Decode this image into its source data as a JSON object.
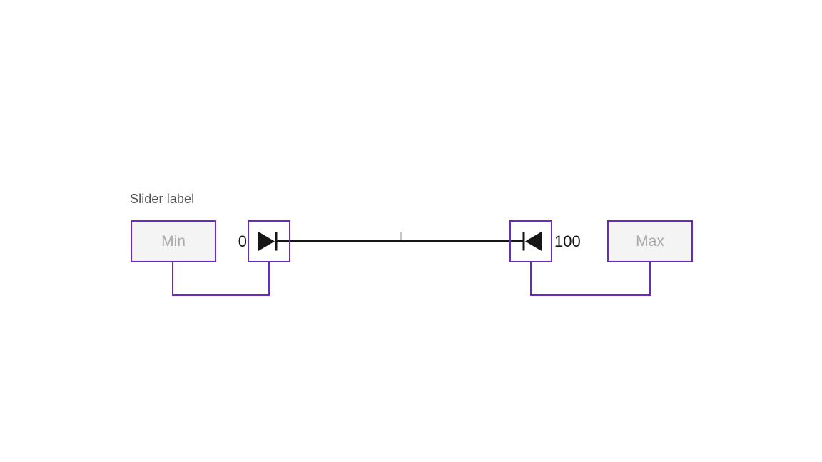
{
  "diagram": {
    "label": "Slider label",
    "range": {
      "min_label": "0",
      "max_label": "100"
    },
    "inputs": {
      "min_placeholder": "Min",
      "max_placeholder": "Max"
    },
    "icons": {
      "left_handle": "skip-forward-icon",
      "right_handle": "skip-backward-icon"
    },
    "colors": {
      "annotation_purple": "#6929c4",
      "track_black": "#161616",
      "input_fill": "#f4f4f4",
      "placeholder_gray": "#a8a8a8",
      "label_gray": "#525252",
      "tick_gray": "#c6c6c6"
    }
  }
}
